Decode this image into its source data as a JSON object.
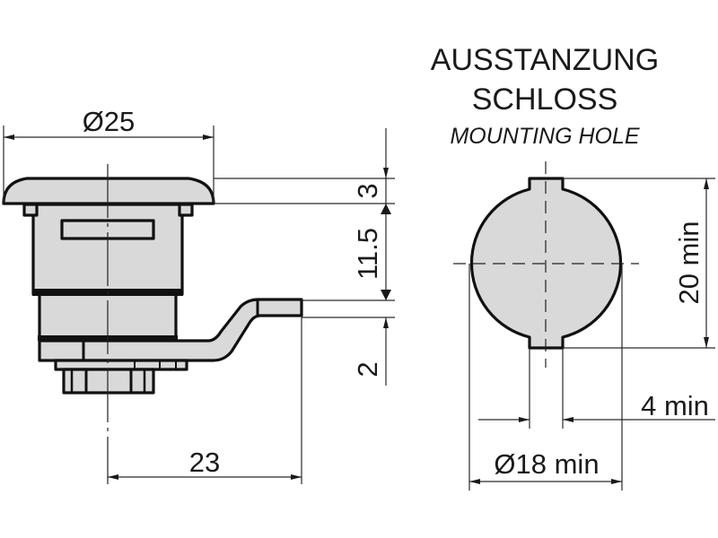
{
  "drawing": {
    "title_de_line1": "AUSSTANZUNG",
    "title_de_line2": "SCHLOSS",
    "title_en": "MOUNTING HOLE",
    "colors": {
      "part_fill": "#d9d9d9",
      "outline": "#111111",
      "dimension_line": "#2a2a2a",
      "background": "#ffffff"
    }
  },
  "lock_view": {
    "dimensions": {
      "flange_diameter": "Ø25",
      "flange_height": "3",
      "body_height": "11.5",
      "cam_thickness": "2",
      "cam_length": "23"
    }
  },
  "mounting_hole_view": {
    "dimensions": {
      "height": "20 min",
      "key_width": "4 min",
      "diameter": "Ø18 min"
    }
  }
}
